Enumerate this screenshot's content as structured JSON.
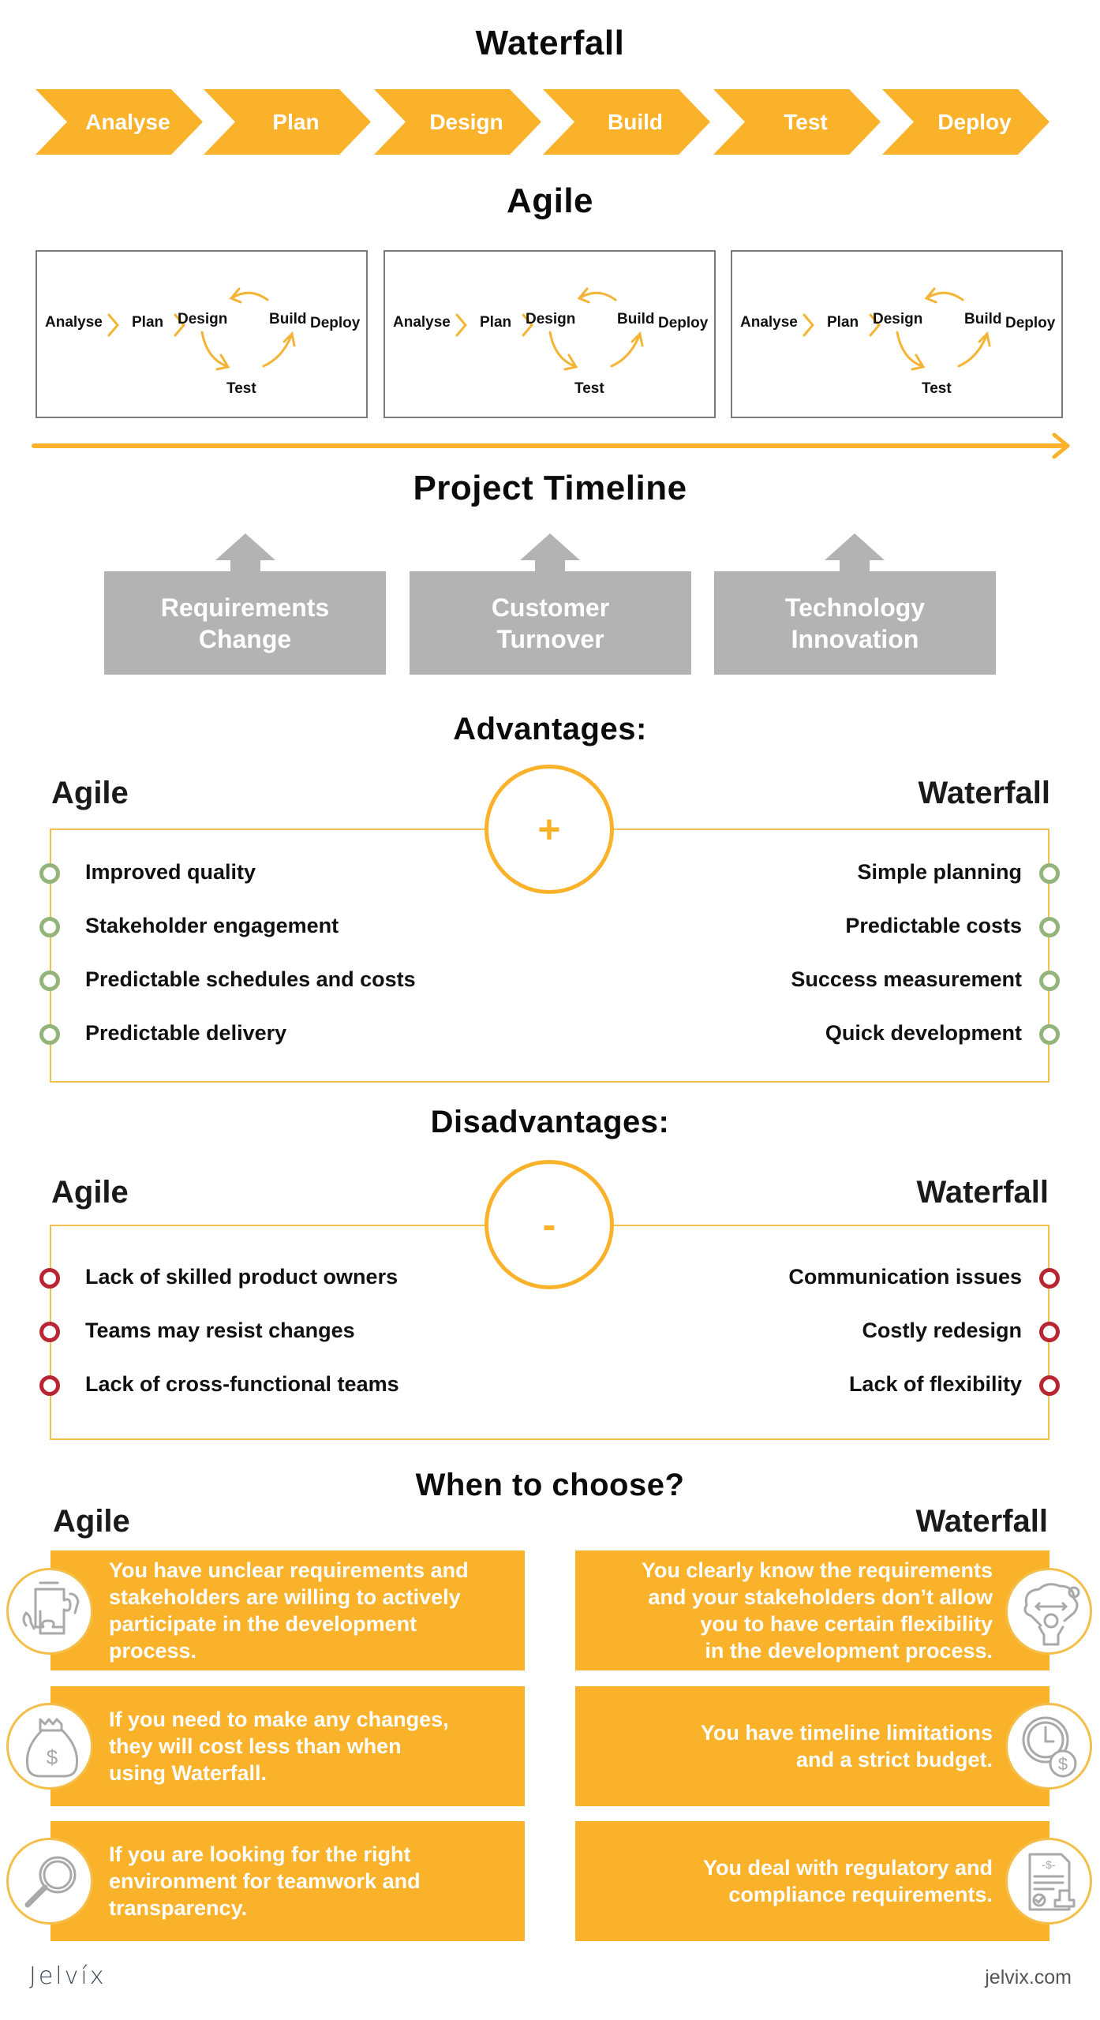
{
  "waterfall": {
    "title": "Waterfall",
    "steps": [
      "Analyse",
      "Plan",
      "Design",
      "Build",
      "Test",
      "Deploy"
    ],
    "accent_color": "#FBB22B"
  },
  "agile": {
    "title": "Agile",
    "iterations": [
      {
        "analyse": "Analyse",
        "plan": "Plan",
        "design": "Design",
        "build": "Build",
        "test": "Test",
        "deploy": "Deploy"
      },
      {
        "analyse": "Analyse",
        "plan": "Plan",
        "design": "Design",
        "build": "Build",
        "test": "Test",
        "deploy": "Deploy"
      },
      {
        "analyse": "Analyse",
        "plan": "Plan",
        "design": "Design",
        "build": "Build",
        "test": "Test",
        "deploy": "Deploy"
      }
    ]
  },
  "timeline": {
    "title": "Project Timeline",
    "factors": [
      {
        "line1": "Requirements",
        "line2": "Change"
      },
      {
        "line1": "Customer",
        "line2": "Turnover"
      },
      {
        "line1": "Technology",
        "line2": "Innovation"
      }
    ]
  },
  "advantages": {
    "title": "Advantages:",
    "symbol": "+",
    "left_heading": "Agile",
    "right_heading": "Waterfall",
    "agile": [
      "Improved quality",
      "Stakeholder engagement",
      "Predictable schedules and costs",
      "Predictable delivery"
    ],
    "waterfall": [
      "Simple planning",
      "Predictable costs",
      "Success measurement",
      "Quick development"
    ],
    "bullet_color": "#93B57C"
  },
  "disadvantages": {
    "title": "Disadvantages:",
    "symbol": "-",
    "left_heading": "Agile",
    "right_heading": "Waterfall",
    "agile": [
      "Lack of skilled product owners",
      "Teams may resist changes",
      "Lack of cross-functional teams"
    ],
    "waterfall": [
      "Communication issues",
      "Costly redesign",
      "Lack of flexibility"
    ],
    "bullet_color": "#B92532"
  },
  "choose": {
    "title": "When to choose?",
    "left_heading": "Agile",
    "right_heading": "Waterfall",
    "agile": [
      {
        "icon": "puzzle-hands-icon",
        "lines": [
          "You have unclear requirements and",
          "stakeholders are willing to actively",
          "participate in the development",
          "process."
        ]
      },
      {
        "icon": "money-bag-icon",
        "lines": [
          "If you need to make any changes,",
          "they will cost less than when",
          "using Waterfall."
        ]
      },
      {
        "icon": "magnifier-icon",
        "lines": [
          "If you are looking for the right",
          "environment for teamwork and",
          "transparency."
        ]
      }
    ],
    "waterfall": [
      {
        "icon": "strongman-brain-icon",
        "lines": [
          "You clearly know the requirements",
          "and your stakeholders don’t allow",
          "you to have certain flexibility",
          "in the development process."
        ]
      },
      {
        "icon": "clock-dollar-icon",
        "lines": [
          "You have timeline limitations",
          "and a strict budget."
        ]
      },
      {
        "icon": "document-stamp-icon",
        "lines": [
          "You deal with regulatory and",
          "compliance requirements."
        ]
      }
    ]
  },
  "footer": {
    "logo": "Jelvíx",
    "url": "jelvix.com"
  }
}
